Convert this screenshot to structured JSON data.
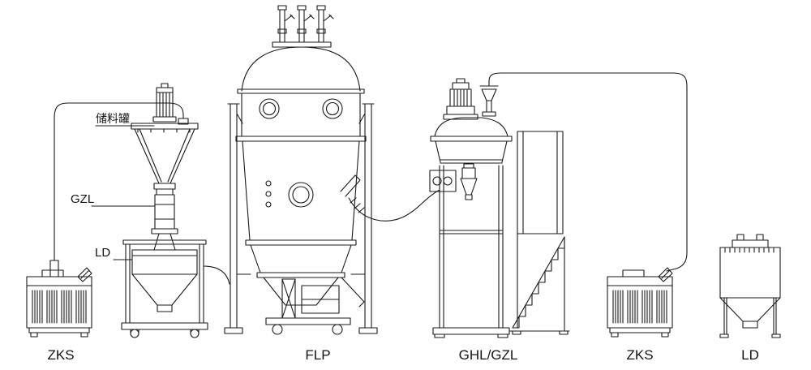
{
  "colors": {
    "ink": "#1a1a1a",
    "background": "#ffffff"
  },
  "unit_labels": {
    "zks_left": "ZKS",
    "flp": "FLP",
    "ghl_gzl": "GHL/GZL",
    "zks_right": "ZKS",
    "ld_right": "LD"
  },
  "callouts": {
    "storage_tank": "储料罐",
    "gzl": "GZL",
    "ld": "LD"
  }
}
